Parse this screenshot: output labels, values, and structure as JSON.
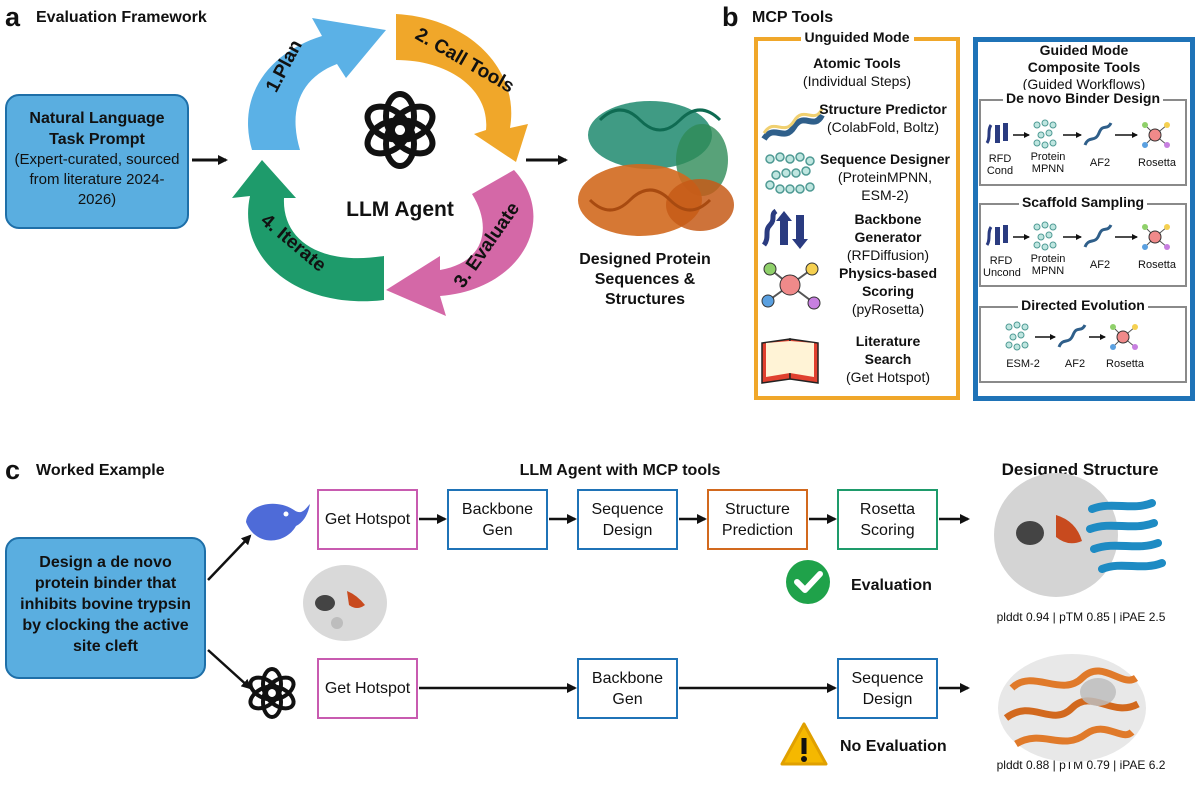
{
  "panel_a": {
    "letter": "a",
    "title": "Evaluation Framework",
    "prompt_box": {
      "title": "Natural Language Task Prompt",
      "body": "(Expert-curated, sourced from literature 2024-2026)"
    },
    "cycle": [
      "1.Plan",
      "2. Call Tools",
      "3. Evaluate",
      "4. Iterate"
    ],
    "agent_label": "LLM Agent",
    "output_label": "Designed Protein Sequences & Structures",
    "colors": {
      "plan": "#5bb1e6",
      "call": "#f0a72a",
      "evaluate": "#d468a7",
      "iterate": "#1e9b6b"
    }
  },
  "panel_b": {
    "letter": "b",
    "title": "MCP Tools",
    "unguided": {
      "mode": "Unguided Mode",
      "heading": "Atomic Tools",
      "subheading": "(Individual Steps)",
      "tools": [
        {
          "name": "Structure Predictor",
          "detail": "(ColabFold, Boltz)",
          "icon": "helix-icon"
        },
        {
          "name": "Sequence Designer",
          "detail": "(ProteinMPNN, ESM-2)",
          "icon": "sequence-chain-icon"
        },
        {
          "name": "Backbone Generator",
          "detail": "(RFDiffusion)",
          "icon": "backbone-icon"
        },
        {
          "name": "Physics-based Scoring",
          "detail": "(pyRosetta)",
          "icon": "molecule-icon"
        },
        {
          "name": "Literature Search",
          "detail": "(Get Hotspot)",
          "icon": "book-icon"
        }
      ],
      "border_color": "#f0a72a"
    },
    "guided": {
      "mode": "Guided Mode",
      "heading": "Composite Tools",
      "subheading": "(Guided Workflows)",
      "border_color": "#1f73b7",
      "workflows": [
        {
          "title": "De novo Binder Design",
          "labels": [
            "RFD Cond",
            "Protein MPNN",
            "AF2",
            "Rosetta"
          ]
        },
        {
          "title": "Scaffold Sampling",
          "labels": [
            "RFD Uncond",
            "Protein MPNN",
            "AF2",
            "Rosetta"
          ]
        },
        {
          "title": "Directed Evolution",
          "labels": [
            "ESM-2",
            "AF2",
            "Rosetta"
          ]
        }
      ]
    }
  },
  "panel_c": {
    "letter": "c",
    "title": "Worked Example",
    "prompt": "Design a de novo protein binder that inhibits bovine trypsin by clocking the active site cleft",
    "agent_header": "LLM Agent with MCP tools",
    "top_row": [
      {
        "label": "Get Hotspot",
        "color": "#c85bb0"
      },
      {
        "label": "Backbone Gen",
        "color": "#1f73b7"
      },
      {
        "label": "Sequence Design",
        "color": "#1f73b7"
      },
      {
        "label": "Structure Prediction",
        "color": "#d2691e"
      },
      {
        "label": "Rosetta Scoring",
        "color": "#1e9b6b"
      }
    ],
    "bottom_row": [
      {
        "label": "Get Hotspot",
        "color": "#c85bb0"
      },
      {
        "label": "Backbone Gen",
        "color": "#1f73b7"
      },
      {
        "label": "Sequence Design",
        "color": "#1f73b7"
      }
    ],
    "evaluation_label": "Evaluation",
    "no_evaluation_label": "No Evaluation",
    "result_header": "Designed Structure",
    "top_metrics": "plddt 0.94 | pTM 0.85 | iPAE  2.5",
    "bottom_metrics": "plddt 0.88 | pTM 0.79 | iPAE 6.2"
  }
}
